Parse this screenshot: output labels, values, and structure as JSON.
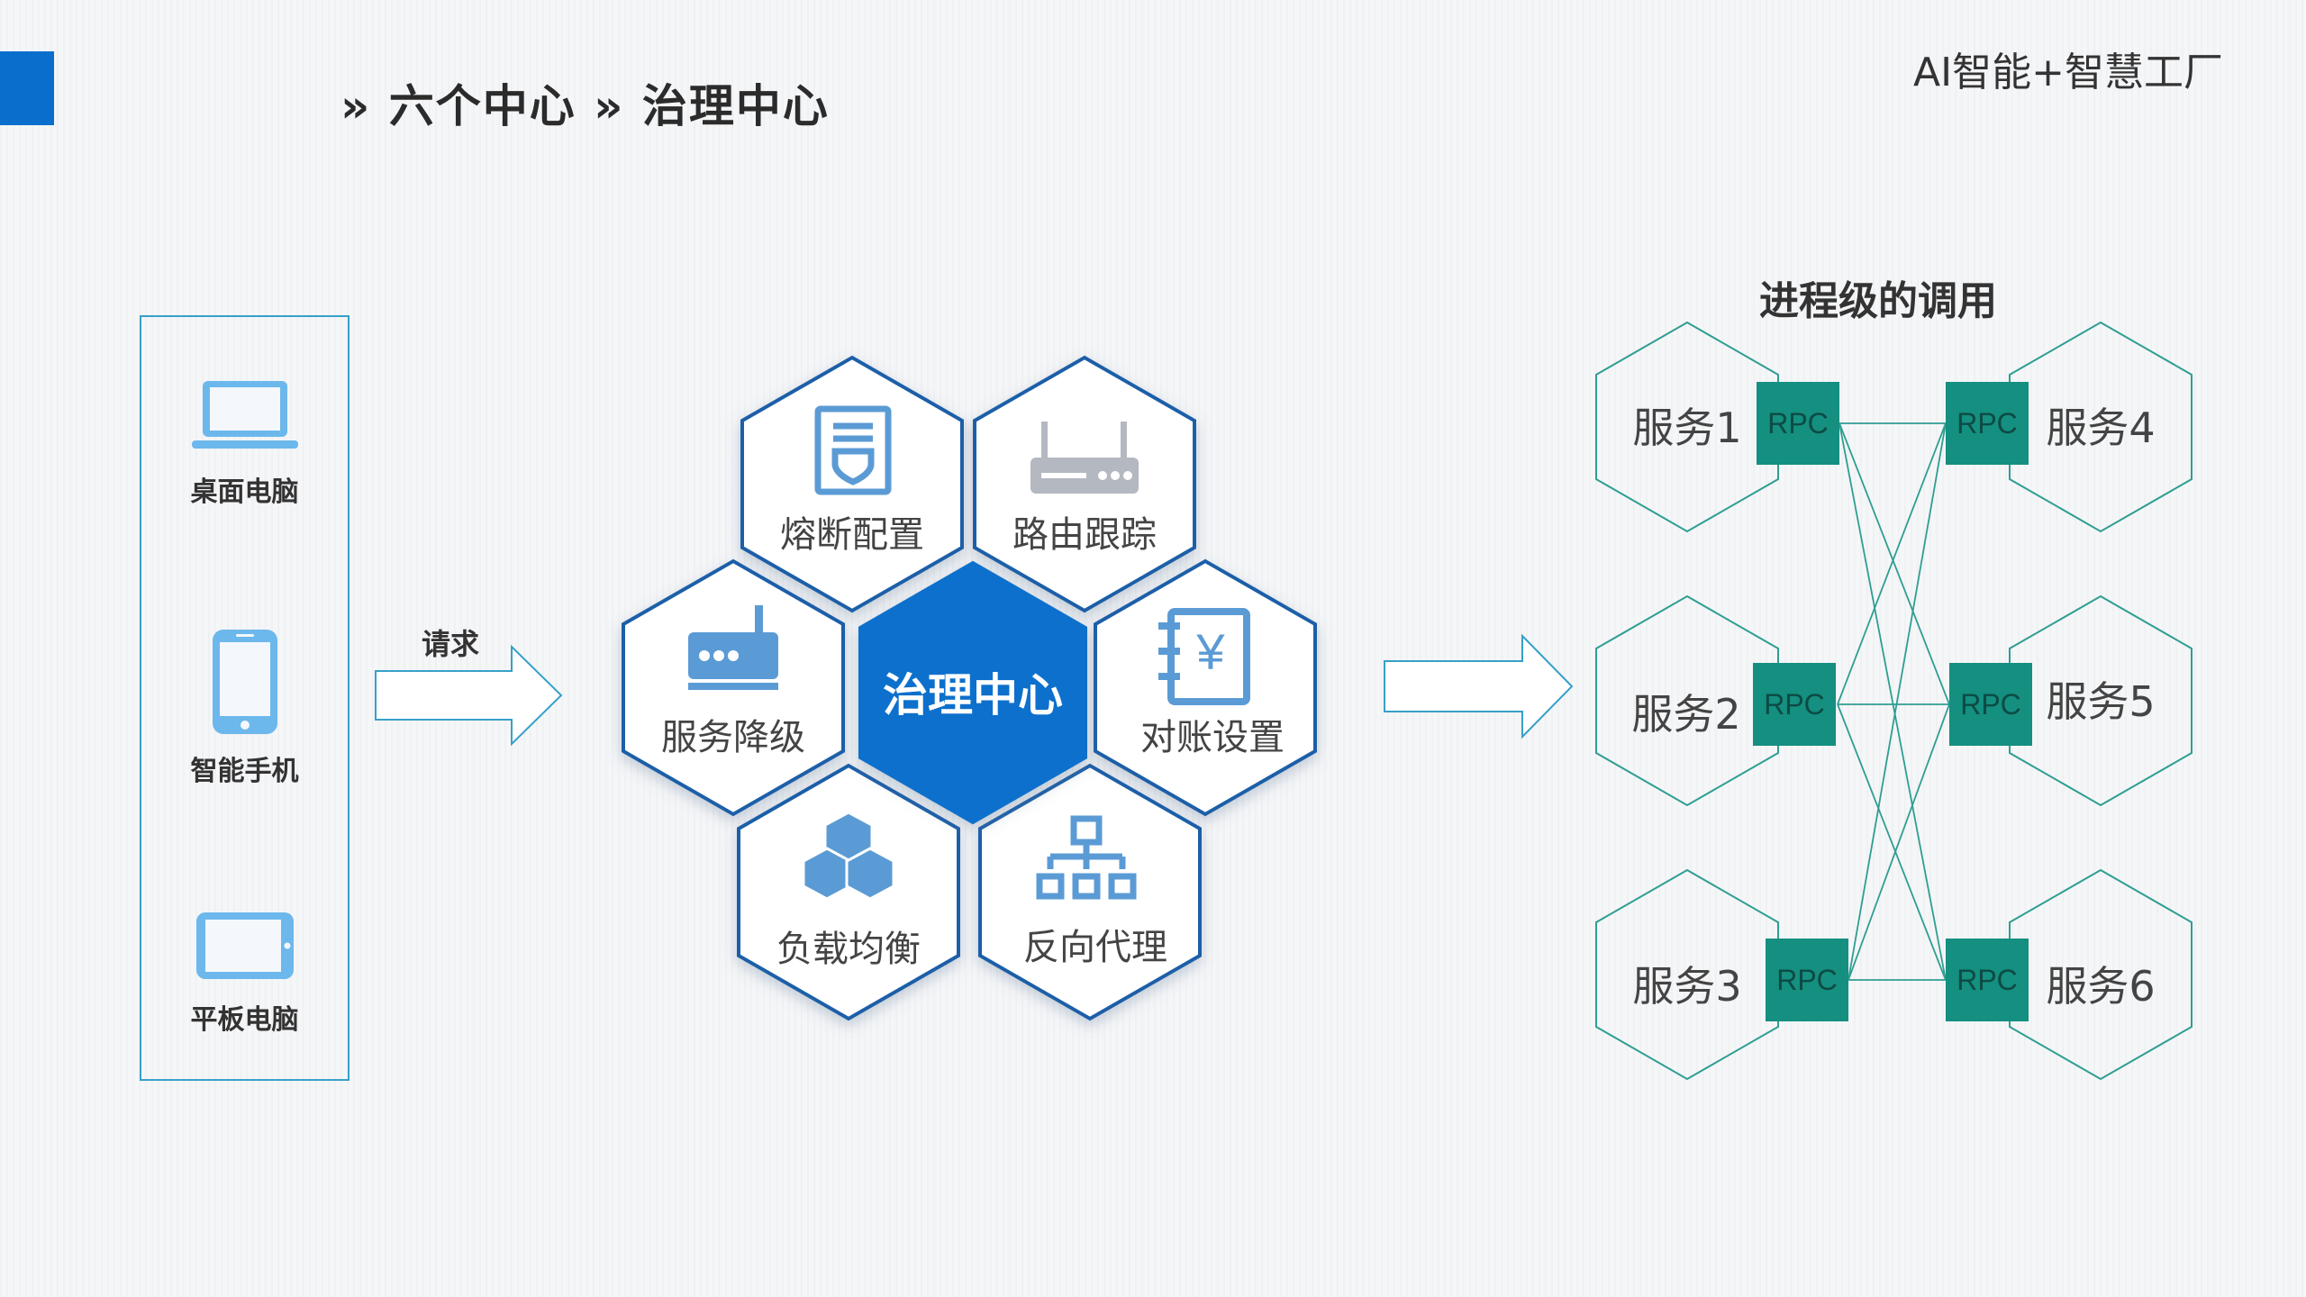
{
  "header": {
    "title": "» 六个中心 » 治理中心",
    "brand": "AI智能+智慧工厂"
  },
  "clients": [
    {
      "label": "桌面电脑",
      "icon": "laptop-icon"
    },
    {
      "label": "智能手机",
      "icon": "smartphone-icon"
    },
    {
      "label": "平板电脑",
      "icon": "tablet-icon"
    }
  ],
  "request_label": "请求",
  "governance": {
    "center": "治理中心",
    "modules": [
      {
        "label": "熔断配置",
        "icon": "shield-document-icon"
      },
      {
        "label": "路由跟踪",
        "icon": "router-icon"
      },
      {
        "label": "服务降级",
        "icon": "device-icon"
      },
      {
        "label": "对账设置",
        "icon": "ledger-yen-icon"
      },
      {
        "label": "负载均衡",
        "icon": "cubes-icon"
      },
      {
        "label": "反向代理",
        "icon": "hierarchy-icon"
      }
    ]
  },
  "process": {
    "title": "进程级的调用",
    "services": [
      "服务1",
      "服务2",
      "服务3",
      "服务4",
      "服务5",
      "服务6"
    ],
    "rpc_label": "RPC"
  },
  "colors": {
    "accent": "#0a6fcc",
    "hex_border": "#1e5ea8",
    "center_fill": "#0a6fcc",
    "icon": "#5b9bd5",
    "client_icon": "#6cb8ec",
    "teal": "#148f80",
    "teal_line": "#2f9e92"
  }
}
